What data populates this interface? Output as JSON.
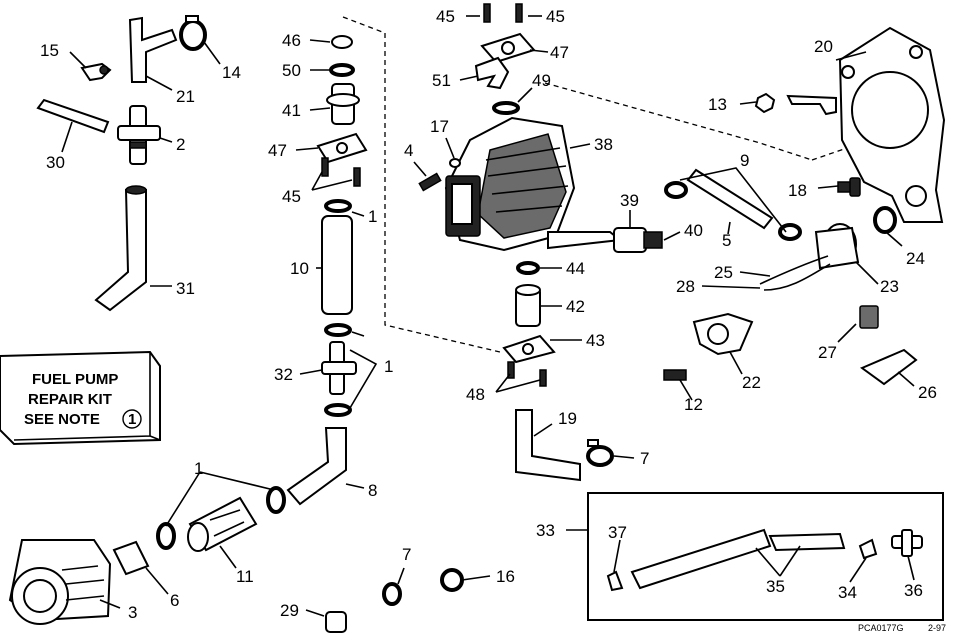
{
  "callouts": [
    {
      "text": "45"
    },
    {
      "text": "45"
    },
    {
      "text": "47"
    },
    {
      "text": "51"
    },
    {
      "text": "49"
    },
    {
      "text": "46"
    },
    {
      "text": "50"
    },
    {
      "text": "41"
    },
    {
      "text": "47"
    },
    {
      "text": "45"
    },
    {
      "text": "1"
    },
    {
      "text": "10"
    },
    {
      "text": "1"
    },
    {
      "text": "32"
    },
    {
      "text": "8"
    },
    {
      "text": "15"
    },
    {
      "text": "14"
    },
    {
      "text": "21"
    },
    {
      "text": "2"
    },
    {
      "text": "30"
    },
    {
      "text": "31"
    },
    {
      "text": "17"
    },
    {
      "text": "4"
    },
    {
      "text": "38"
    },
    {
      "text": "39"
    },
    {
      "text": "40"
    },
    {
      "text": "44"
    },
    {
      "text": "42"
    },
    {
      "text": "43"
    },
    {
      "text": "48"
    },
    {
      "text": "19"
    },
    {
      "text": "7"
    },
    {
      "text": "20"
    },
    {
      "text": "13"
    },
    {
      "text": "9"
    },
    {
      "text": "18"
    },
    {
      "text": "5"
    },
    {
      "text": "24"
    },
    {
      "text": "25"
    },
    {
      "text": "28"
    },
    {
      "text": "23"
    },
    {
      "text": "27"
    },
    {
      "text": "22"
    },
    {
      "text": "12"
    },
    {
      "text": "26"
    },
    {
      "text": "1"
    },
    {
      "text": "11"
    },
    {
      "text": "6"
    },
    {
      "text": "3"
    },
    {
      "text": "7"
    },
    {
      "text": "16"
    },
    {
      "text": "29"
    },
    {
      "text": "33"
    },
    {
      "text": "37"
    },
    {
      "text": "35"
    },
    {
      "text": "34"
    },
    {
      "text": "36"
    }
  ],
  "note_box": {
    "line1": "FUEL PUMP",
    "line2": "REPAIR KIT",
    "line3": "SEE NOTE",
    "note_number": "1"
  },
  "footer": {
    "code": "PCA0177G",
    "date": "2-97"
  }
}
